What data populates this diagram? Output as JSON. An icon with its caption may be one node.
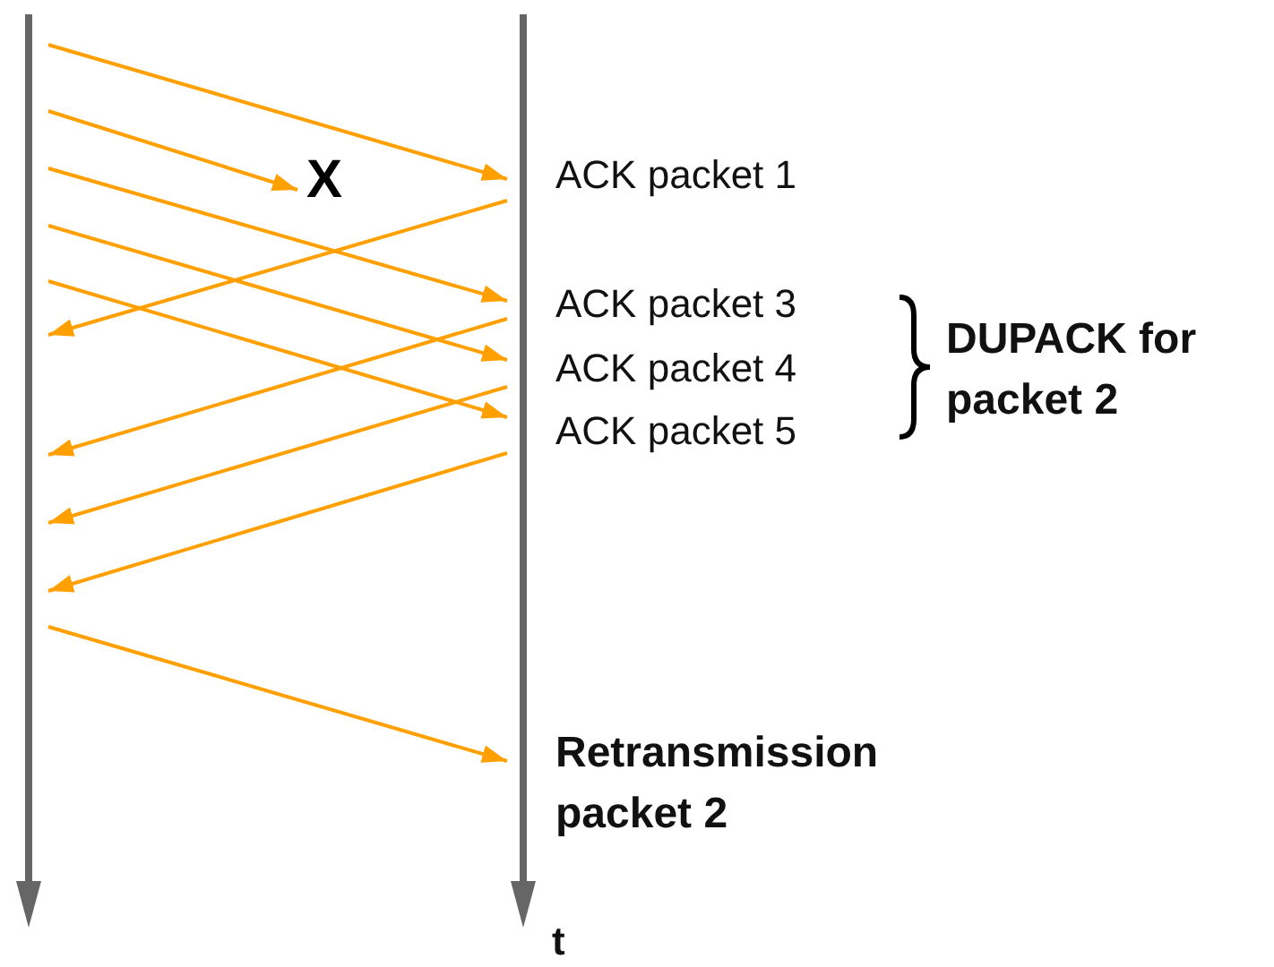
{
  "diagram": {
    "nodes": [
      {
        "text": [],
        "shape": "bar"
      },
      {
        "text": [],
        "shape": "bar"
      },
      {
        "text": [
          "X"
        ]
      }
    ],
    "edges": [
      {
        "from": 0,
        "to": 1,
        "arrow": "to"
      },
      {
        "from": 0,
        "to": 2,
        "arrow": "to"
      },
      {
        "from": 0,
        "to": 1,
        "arrow": "to"
      },
      {
        "from": 0,
        "to": 1,
        "arrow": "to"
      },
      {
        "from": 0,
        "to": 1,
        "arrow": "to"
      },
      {
        "from": 1,
        "to": 0,
        "arrow": "to"
      },
      {
        "from": 1,
        "to": 0,
        "arrow": "to"
      },
      {
        "from": 1,
        "to": 0,
        "arrow": "to"
      },
      {
        "from": 1,
        "to": 0,
        "arrow": "to"
      },
      {
        "from": 0,
        "to": 1,
        "arrow": "to"
      }
    ],
    "labels": [
      "ACK packet 1",
      "ACK packet 3",
      "ACK packet 4",
      "ACK packet 5",
      "DUPACK for packet 2",
      "Retransmission packet 2",
      "t"
    ]
  }
}
